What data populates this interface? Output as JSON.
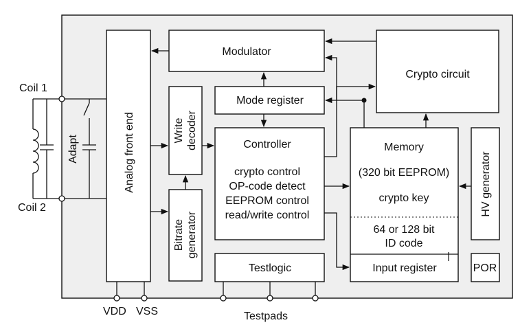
{
  "labels": {
    "coil1": "Coil 1",
    "coil2": "Coil 2",
    "adapt": "Adapt",
    "analog_front_end": "Analog front end",
    "modulator": "Modulator",
    "mode_register": "Mode register",
    "write_decoder_line1": "Write",
    "write_decoder_line2": "decoder",
    "bitrate_line1": "Bitrate",
    "bitrate_line2": "generator",
    "controller_title": "Controller",
    "controller_lines": [
      "crypto control",
      "OP-code detect",
      "EEPROM control",
      "read/write control"
    ],
    "crypto_circuit": "Crypto circuit",
    "memory_title": "Memory",
    "memory_sub": "(320 bit EEPROM)",
    "crypto_key": "crypto key",
    "id_line1": "64 or 128 bit",
    "id_line2": "ID code",
    "input_register": "Input register",
    "hv_generator": "HV generator",
    "testlogic": "Testlogic",
    "por": "POR",
    "vdd": "VDD",
    "vss": "VSS",
    "testpads": "Testpads"
  }
}
